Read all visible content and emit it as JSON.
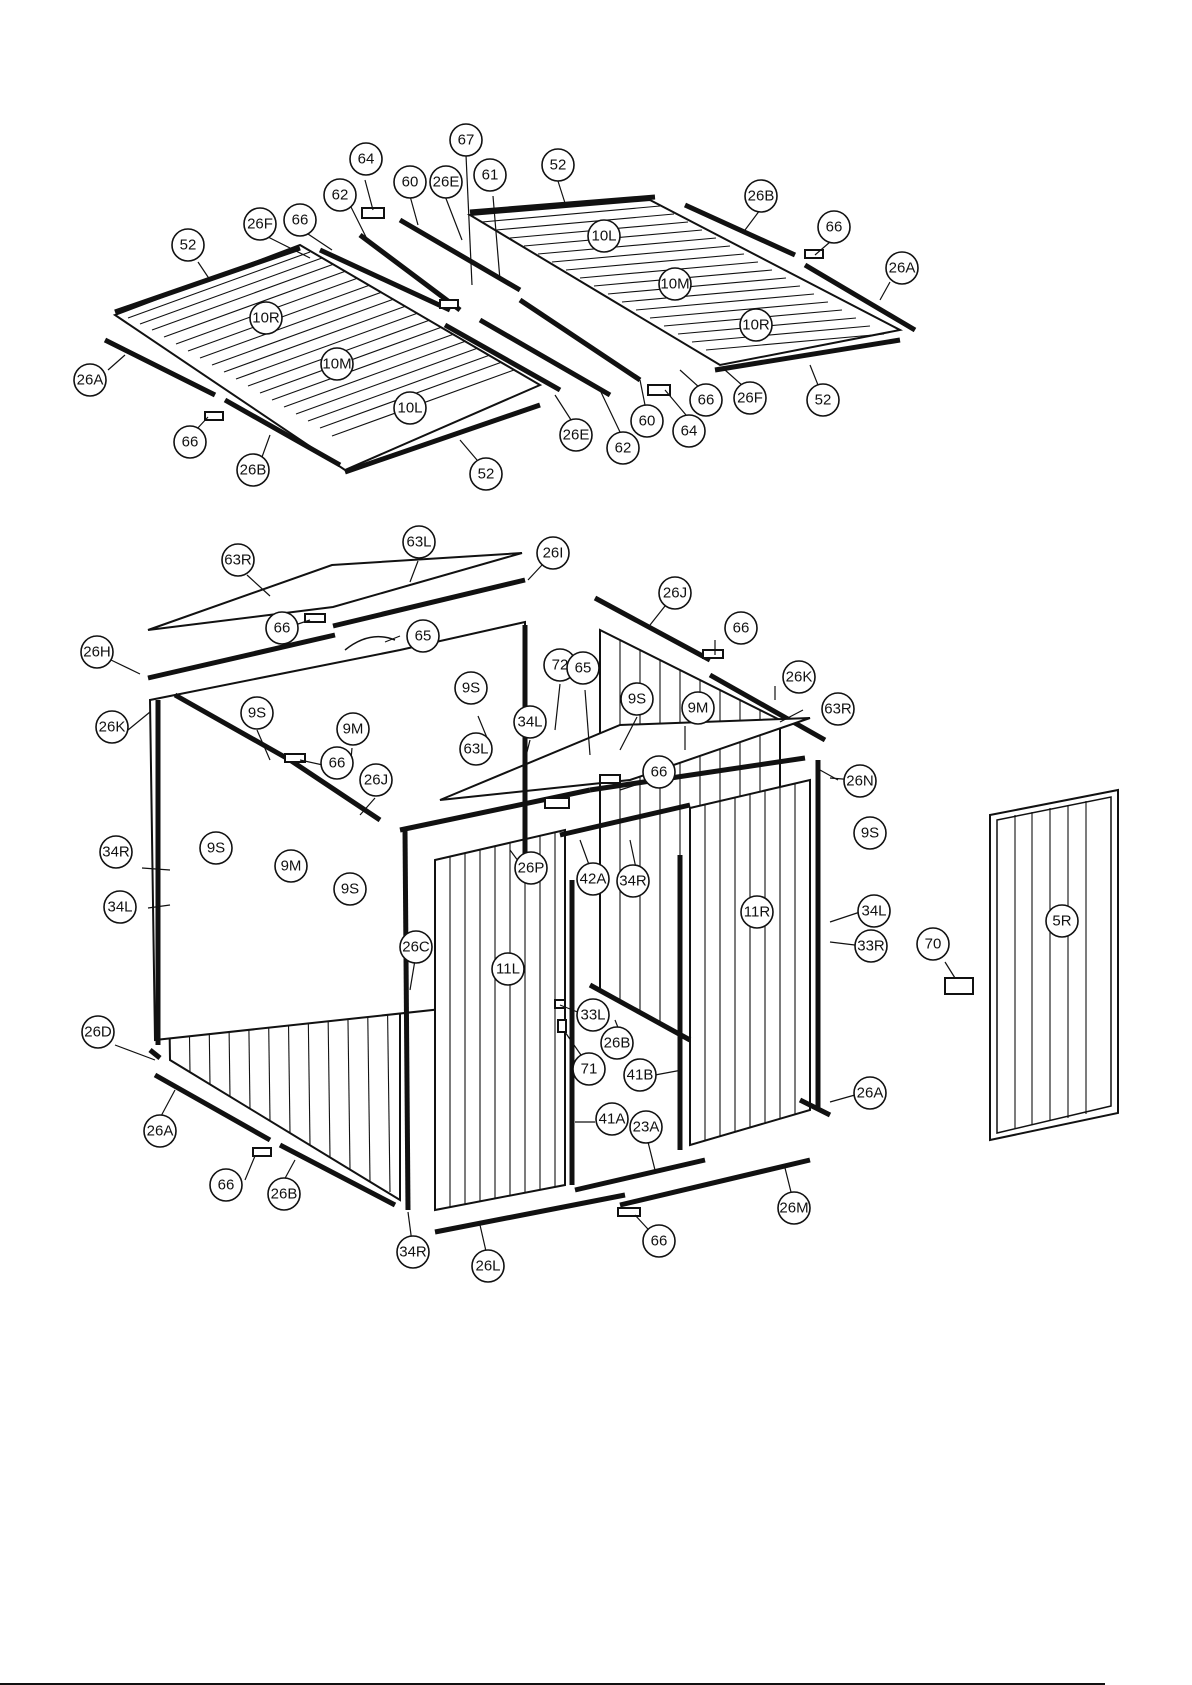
{
  "callouts": {
    "c_67": "67",
    "c_64a": "64",
    "c_60a": "60",
    "c_26Ea": "26E",
    "c_61": "61",
    "c_52a": "52",
    "c_26Ba": "26B",
    "c_66a": "66",
    "c_26Aa": "26A",
    "c_62a": "62",
    "c_26Fa": "26F",
    "c_66b": "66",
    "c_52b": "52",
    "c_10La": "10L",
    "c_10Ma": "10M",
    "c_10Ra": "10R",
    "c_10Rb": "10R",
    "c_10Mb": "10M",
    "c_10Lb": "10L",
    "c_26Ab": "26A",
    "c_66c": "66",
    "c_26Bb": "26B",
    "c_52c": "52",
    "c_26Eb": "26E",
    "c_62b": "62",
    "c_60b": "60",
    "c_64b": "64",
    "c_66d": "66",
    "c_26Fb": "26F",
    "c_52d": "52",
    "c_63La": "63L",
    "c_63Ra": "63R",
    "c_26I": "26I",
    "c_66e": "66",
    "c_26H": "26H",
    "c_65a": "65",
    "c_26Ja": "26J",
    "c_66f": "66",
    "c_26Ka": "26K",
    "c_63Rb": "63R",
    "c_26Kb": "26K",
    "c_9Sa": "9S",
    "c_9Ma": "9M",
    "c_66g": "66",
    "c_26Jb": "26J",
    "c_9Sb": "9S",
    "c_63Lb": "63L",
    "c_34La": "34L",
    "c_72": "72",
    "c_65b": "65",
    "c_9Sc": "9S",
    "c_9Mb": "9M",
    "c_66h": "66",
    "c_26N": "26N",
    "c_9Sd": "9S",
    "c_34Ra": "34R",
    "c_9Se": "9S",
    "c_9Mc": "9M",
    "c_34Lb": "34L",
    "c_9Sf": "9S",
    "c_26P": "26P",
    "c_42A": "42A",
    "c_34Rb": "34R",
    "c_11R": "11R",
    "c_34Lc": "34L",
    "c_33R": "33R",
    "c_26C": "26C",
    "c_11L": "11L",
    "c_70": "70",
    "c_5R": "5R",
    "c_33L": "33L",
    "c_26Bc": "26B",
    "c_71": "71",
    "c_41B": "41B",
    "c_26D": "26D",
    "c_26Ac": "26A",
    "c_26Ad": "26A",
    "c_41A": "41A",
    "c_23A": "23A",
    "c_66i": "66",
    "c_26Bd": "26B",
    "c_26M": "26M",
    "c_66j": "66",
    "c_34Rc": "34R",
    "c_26L": "26L"
  }
}
